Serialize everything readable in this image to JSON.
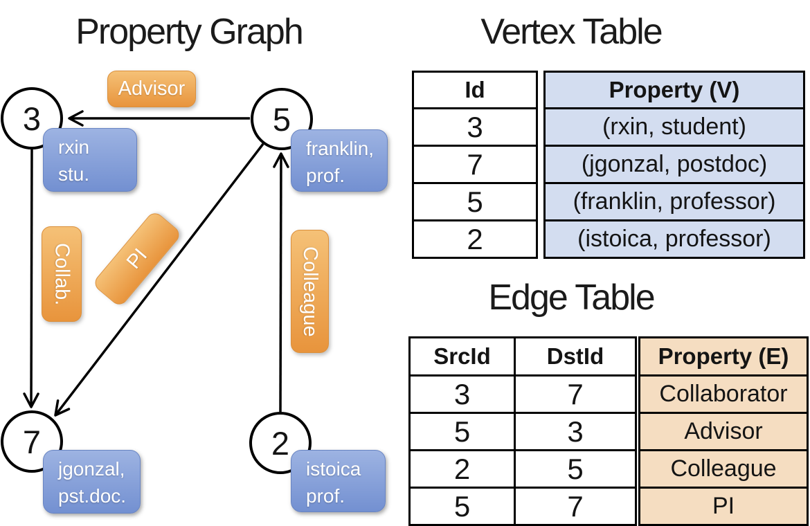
{
  "graph_panel": {
    "title": "Property Graph",
    "nodes": [
      {
        "id": "3",
        "property": [
          "rxin",
          "stu."
        ]
      },
      {
        "id": "5",
        "property": [
          "franklin,",
          "prof."
        ]
      },
      {
        "id": "7",
        "property": [
          "jgonzal,",
          "pst.doc."
        ]
      },
      {
        "id": "2",
        "property": [
          "istoica",
          "prof."
        ]
      }
    ],
    "edge_labels": {
      "advisor": "Advisor",
      "collab": "Collab.",
      "pi": "PI",
      "colleague": "Colleague"
    },
    "edges": [
      {
        "from": "5",
        "to": "3",
        "label": "Advisor"
      },
      {
        "from": "3",
        "to": "7",
        "label": "Collab."
      },
      {
        "from": "5",
        "to": "7",
        "label": "PI"
      },
      {
        "from": "2",
        "to": "5",
        "label": "Colleague"
      }
    ]
  },
  "vertex_table": {
    "title": "Vertex Table",
    "columns": [
      "Id",
      "Property (V)"
    ],
    "rows": [
      {
        "id": "3",
        "property": "(rxin, student)"
      },
      {
        "id": "7",
        "property": "(jgonzal, postdoc)"
      },
      {
        "id": "5",
        "property": "(franklin, professor)"
      },
      {
        "id": "2",
        "property": "(istoica, professor)"
      }
    ]
  },
  "edge_table": {
    "title": "Edge Table",
    "columns": [
      "SrcId",
      "DstId",
      "Property (E)"
    ],
    "rows": [
      {
        "src": "3",
        "dst": "7",
        "property": "Collaborator"
      },
      {
        "src": "5",
        "dst": "3",
        "property": "Advisor"
      },
      {
        "src": "2",
        "dst": "5",
        "property": "Colleague"
      },
      {
        "src": "5",
        "dst": "7",
        "property": "PI"
      }
    ]
  },
  "colors": {
    "node_fill": "#ffffff",
    "node_stroke": "#000000",
    "vertex_label_gradient_top": "#9db3e2",
    "vertex_label_gradient_bottom": "#7390d1",
    "edge_label_gradient_top": "#f5c177",
    "edge_label_gradient_bottom": "#e8943c",
    "vertex_table_cell_fill": "#d3ddf0",
    "edge_table_cell_fill": "#f5ddc1",
    "table_border": "#000000"
  }
}
